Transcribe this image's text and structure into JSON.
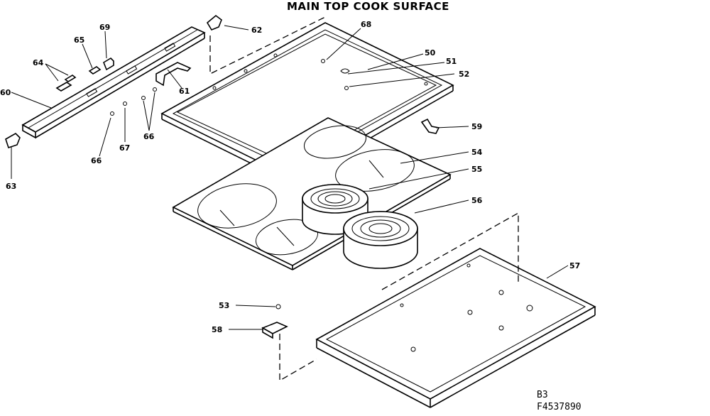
{
  "title": "MAIN TOP COOK SURFACE",
  "footer": {
    "line1": "B3",
    "line2": "F4537890"
  },
  "callouts": {
    "c60": "60",
    "c61": "61",
    "c62": "62",
    "c63": "63",
    "c64": "64",
    "c65": "65",
    "c66a": "66",
    "c66b": "66",
    "c67": "67",
    "c68": "68",
    "c69": "69",
    "c50": "50",
    "c51": "51",
    "c52": "52",
    "c53": "53",
    "c54": "54",
    "c55": "55",
    "c56": "56",
    "c57": "57",
    "c58": "58",
    "c59": "59"
  }
}
